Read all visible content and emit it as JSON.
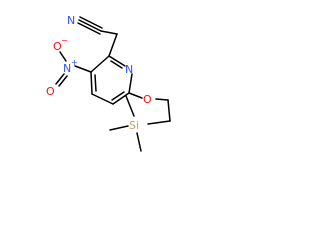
{
  "atoms": {
    "nitrile_n": "N",
    "nitro_o_minus": "O",
    "nitro_charge": "−",
    "nitro_n_plus": "N",
    "nitro_charge_plus": "+",
    "nitro_o": "O",
    "pyridine_n": "N",
    "ether_o": "O",
    "silicon": "Si"
  },
  "colors": {
    "bond": "#000000",
    "nitrogen": "#3050f8",
    "oxygen": "#ff0d0d",
    "silicon": "#c8a060"
  }
}
